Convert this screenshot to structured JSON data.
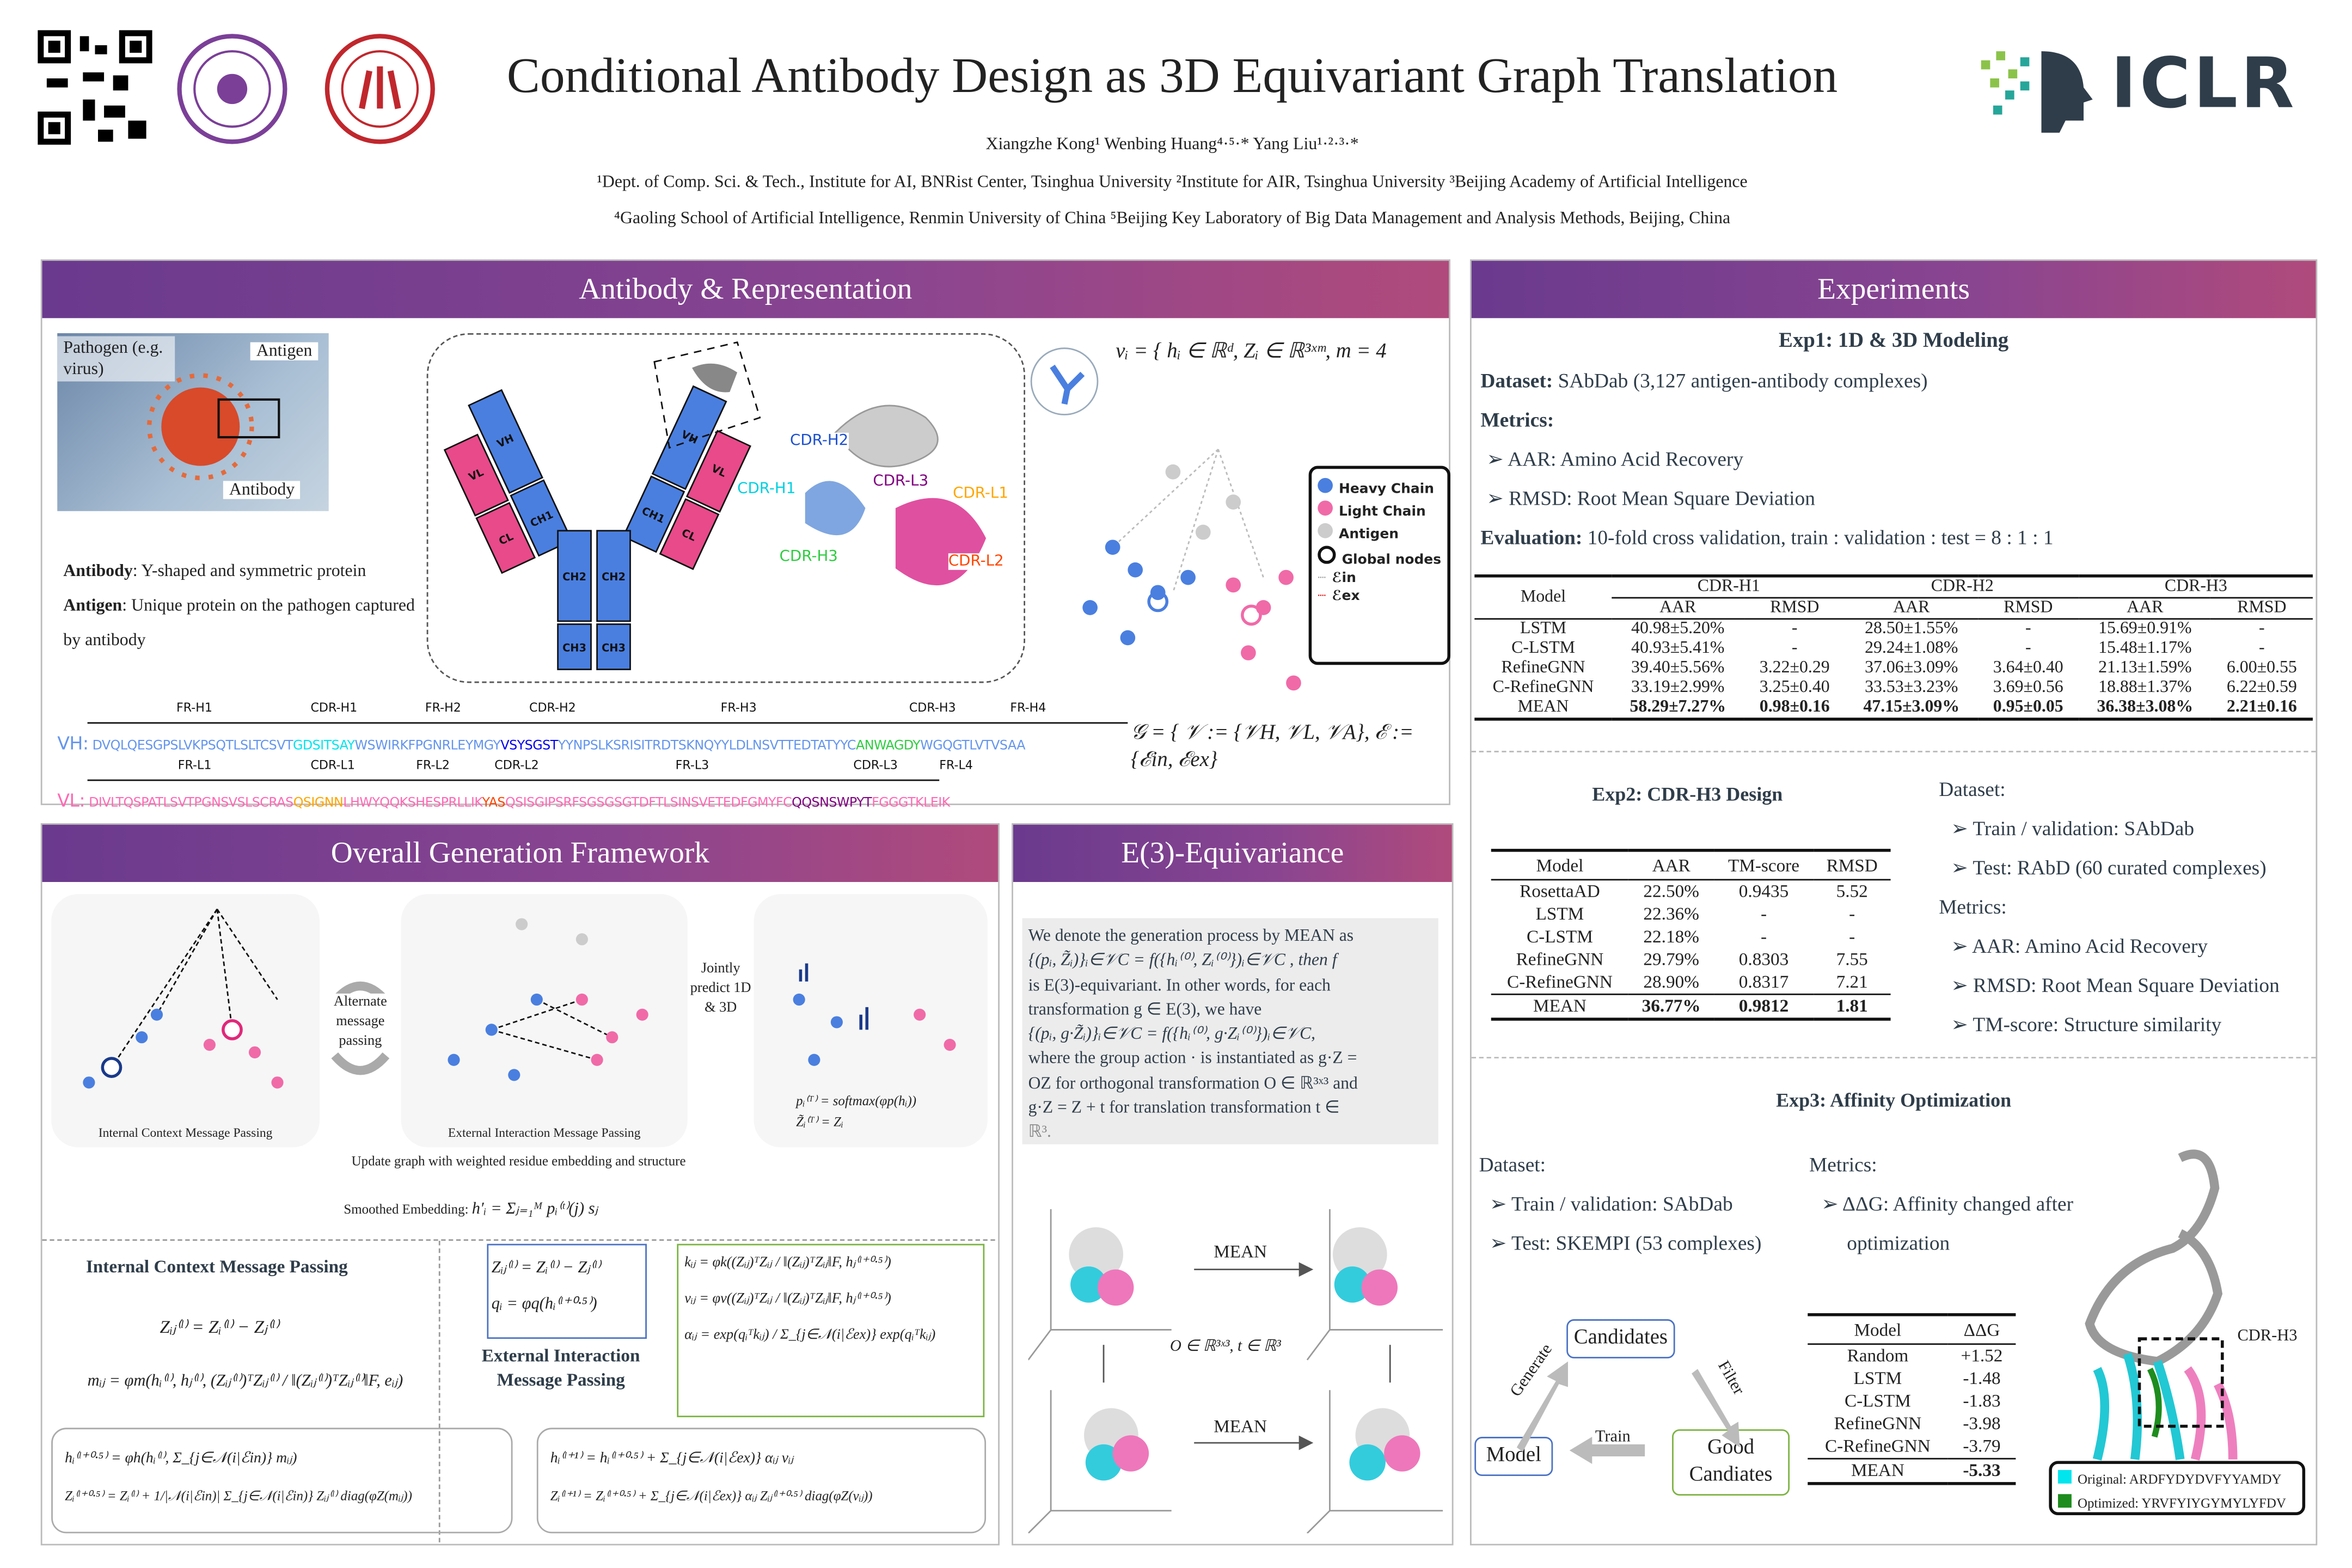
{
  "header": {
    "title": "Conditional Antibody Design as 3D Equivariant Graph Translation",
    "authors": "Xiangzhe Kong¹ Wenbing Huang⁴·⁵·* Yang Liu¹·²·³·*",
    "affil1": "¹Dept. of Comp. Sci. & Tech., Institute for AI, BNRist Center, Tsinghua University ²Institute for AIR, Tsinghua University ³Beijing Academy of Artificial Intelligence",
    "affil2": "⁴Gaoling School of Artificial Intelligence, Renmin University of China ⁵Beijing Key Laboratory of Big Data Management and Analysis Methods, Beijing, China",
    "logo": "ICLR"
  },
  "antibody": {
    "title": "Antibody & Representation",
    "fig_labels": {
      "pathogen": "Pathogen (e.g. virus)",
      "antigen": "Antigen",
      "antibody": "Antibody",
      "cdr_h2": "CDR-H2",
      "cdr_h1": "CDR-H1",
      "cdr_l3": "CDR-L3",
      "cdr_l1": "CDR-L1",
      "cdr_h3": "CDR-H3",
      "cdr_l2": "CDR-L2",
      "vh": "VH",
      "vl": "VL",
      "ch1": "CH1",
      "cl": "CL",
      "ch2": "CH2",
      "ch3": "CH3"
    },
    "desc": [
      {
        "k": "Antibody",
        "v": ": Y-shaped and symmetric protein"
      },
      {
        "k": "Antigen",
        "v": ": Unique protein on the pathogen captured by antibody"
      }
    ],
    "node_formula": "vᵢ = { hᵢ ∈ ℝᵈ,  Zᵢ ∈ ℝ³ˣᵐ,  m = 4",
    "graph_formula": "𝒢 = { 𝒱 := {𝒱H, 𝒱L, 𝒱A},  ℰ := {ℰin, ℰex}",
    "legend": [
      "Heavy Chain",
      "Light Chain",
      "Antigen",
      "Global nodes",
      "ℰin",
      "ℰex"
    ],
    "vh_regions": [
      "FR-H1",
      "CDR-H1",
      "FR-H2",
      "CDR-H2",
      "FR-H3",
      "CDR-H3",
      "FR-H4"
    ],
    "vh_label": "VH:",
    "vh_seq": [
      {
        "s": "DVQLQESGPSLVKPSQTLSLTCSVT",
        "c": "#6495ed"
      },
      {
        "s": "GDSITSAY",
        "c": "#00e5ee"
      },
      {
        "s": "WSWIRKFPGNRLEYMGY",
        "c": "#6495ed"
      },
      {
        "s": "VSYSGST",
        "c": "#0000ee"
      },
      {
        "s": "YYNPSLKSRISITRDTSKNQYYLDLNSVTTEDTATYYC",
        "c": "#6495ed"
      },
      {
        "s": "ANWAGDY",
        "c": "#2ecc40"
      },
      {
        "s": "WGQGTLVTVSAA",
        "c": "#6495ed"
      }
    ],
    "vl_regions": [
      "FR-L1",
      "CDR-L1",
      "FR-L2",
      "CDR-L2",
      "FR-L3",
      "CDR-L3",
      "FR-L4"
    ],
    "vl_label": "VL:",
    "vl_seq": [
      {
        "s": "DIVLTQSPATLSVTPGNSVSLSCRAS",
        "c": "#ff69b4"
      },
      {
        "s": "QSIGNN",
        "c": "#ffa500"
      },
      {
        "s": "LHWYQQKSHESPRLLIK",
        "c": "#ff69b4"
      },
      {
        "s": "YAS",
        "c": "#ff4500"
      },
      {
        "s": "QSISGIPSRFSGSGSGTDFTLSINSVETEDFGMYFC",
        "c": "#ff69b4"
      },
      {
        "s": "QQSNSWPYT",
        "c": "#800080"
      },
      {
        "s": "FGGGTKLEIK",
        "c": "#ff69b4"
      }
    ]
  },
  "framework": {
    "title": "Overall Generation Framework",
    "cap1": "Internal Context Message Passing",
    "cap2": "External Interaction Message Passing",
    "alt": "Alternate message passing",
    "joint": "Jointly predict 1D & 3D",
    "pred1": "pᵢ⁽ᵀ⁾ = softmax(φp(hᵢ))",
    "pred2": "Z̃ᵢ⁽ᵀ⁾ = Zᵢ",
    "update": "Update graph with weighted residue embedding and structure",
    "smooth_label": "Smoothed Embedding:",
    "smooth_eq": "h′ᵢ = Σⱼ₌₁ᴹ pᵢ⁽ᵗ⁾(j) sⱼ",
    "icmp_title": "Internal Context Message Passing",
    "icmp_eq1": "Zᵢⱼ⁽ˡ⁾ = Zᵢ⁽ˡ⁾ − Zⱼ⁽ˡ⁾",
    "icmp_eq2": "mᵢⱼ = φm(hᵢ⁽ˡ⁾, hⱼ⁽ˡ⁾, (Zᵢⱼ⁽ˡ⁾)ᵀZᵢⱼ⁽ˡ⁾ / ‖(Zᵢⱼ⁽ˡ⁾)ᵀZᵢⱼ⁽ˡ⁾‖F, eᵢⱼ)",
    "icmp_eq3": "hᵢ⁽ˡ⁺⁰·⁵⁾ = φh(hᵢ⁽ˡ⁾, Σ_{j∈𝒩(i|ℰin)} mᵢⱼ)",
    "icmp_eq4": "Zᵢ⁽ˡ⁺⁰·⁵⁾ = Zᵢ⁽ˡ⁾ + 1/|𝒩(i|ℰin)| Σ_{j∈𝒩(i|ℰin)} Zᵢⱼ⁽ˡ⁾ diag(φZ(mᵢⱼ))",
    "ext_eq1": "Zᵢⱼ⁽ˡ⁾ = Zᵢ⁽ˡ⁾ − Zⱼ⁽ˡ⁾",
    "ext_eq2": "qᵢ = φq(hᵢ⁽ˡ⁺⁰·⁵⁾)",
    "ext_title": "External Interaction Message Passing",
    "ext_eq3": "kᵢⱼ = φk((Zᵢⱼ)ᵀZᵢⱼ / ‖(Zᵢⱼ)ᵀZᵢⱼ‖F, hⱼ⁽ˡ⁺⁰·⁵⁾)",
    "ext_eq4": "vᵢⱼ = φv((Zᵢⱼ)ᵀZᵢⱼ / ‖(Zᵢⱼ)ᵀZᵢⱼ‖F, hⱼ⁽ˡ⁺⁰·⁵⁾)",
    "ext_eq5": "αᵢⱼ = exp(qᵢᵀkᵢⱼ) / Σ_{j∈𝒩(i|ℰex)} exp(qᵢᵀkᵢⱼ)",
    "ext_eq6": "hᵢ⁽ˡ⁺¹⁾ = hᵢ⁽ˡ⁺⁰·⁵⁾ + Σ_{j∈𝒩(i|ℰex)} αᵢⱼ vᵢⱼ",
    "ext_eq7": "Zᵢ⁽ˡ⁺¹⁾ = Zᵢ⁽ˡ⁺⁰·⁵⁾ + Σ_{j∈𝒩(i|ℰex)} αᵢⱼ Zᵢⱼ⁽ˡ⁺⁰·⁵⁾ diag(φZ(vᵢⱼ))"
  },
  "equivariance": {
    "title": "E(3)-Equivariance",
    "text": [
      "We denote the generation process by MEAN as",
      "{(pᵢ, Z̃ᵢ)}ᵢ∈𝒱C = f({hᵢ⁽⁰⁾, Zᵢ⁽⁰⁾})ᵢ∈𝒱C , then f",
      "is E(3)-equivariant. In other words, for each",
      "transformation g ∈ E(3), we have",
      "{(pᵢ, g·Z̃ᵢ)}ᵢ∈𝒱C = f({hᵢ⁽⁰⁾, g·Zᵢ⁽⁰⁾})ᵢ∈𝒱C,",
      "where the group action · is instantiated as g·Z =",
      "OZ for orthogonal transformation O ∈ ℝ³ˣ³ and",
      "g·Z = Z + t for translation transformation t ∈",
      "ℝ³."
    ],
    "mean1": "MEAN",
    "mean2": "MEAN",
    "transform": "O ∈ ℝ³ˣ³, t ∈ ℝ³"
  },
  "experiments": {
    "title": "Experiments",
    "exp1": {
      "title": "Exp1: 1D & 3D Modeling",
      "dataset_k": "Dataset:",
      "dataset_v": "SAbDab (3,127 antigen-antibody complexes)",
      "metrics_k": "Metrics:",
      "metrics": [
        "AAR: Amino Acid Recovery",
        "RMSD: Root Mean Square Deviation"
      ],
      "eval_k": "Evaluation:",
      "eval_v": "10-fold cross validation, train : validation : test = 8 : 1 : 1",
      "groups": [
        "CDR-H1",
        "CDR-H2",
        "CDR-H3"
      ],
      "model_h": "Model",
      "sub": [
        "AAR",
        "RMSD",
        "AAR",
        "RMSD",
        "AAR",
        "RMSD"
      ],
      "rows": [
        {
          "model": "LSTM",
          "v": [
            "40.98±5.20%",
            "-",
            "28.50±1.55%",
            "-",
            "15.69±0.91%",
            "-"
          ]
        },
        {
          "model": "C-LSTM",
          "v": [
            "40.93±5.41%",
            "-",
            "29.24±1.08%",
            "-",
            "15.48±1.17%",
            "-"
          ]
        },
        {
          "model": "RefineGNN",
          "v": [
            "39.40±5.56%",
            "3.22±0.29",
            "37.06±3.09%",
            "3.64±0.40",
            "21.13±1.59%",
            "6.00±0.55"
          ]
        },
        {
          "model": "C-RefineGNN",
          "v": [
            "33.19±2.99%",
            "3.25±0.40",
            "33.53±3.23%",
            "3.69±0.56",
            "18.88±1.37%",
            "6.22±0.59"
          ]
        },
        {
          "model": "MEAN",
          "v": [
            "58.29±7.27%",
            "0.98±0.16",
            "47.15±3.09%",
            "0.95±0.05",
            "36.38±3.08%",
            "2.21±0.16"
          ]
        }
      ]
    },
    "exp2": {
      "title": "Exp2: CDR-H3 Design",
      "head": [
        "Model",
        "AAR",
        "TM-score",
        "RMSD"
      ],
      "rows": [
        [
          "RosettaAD",
          "22.50%",
          "0.9435",
          "5.52"
        ],
        [
          "LSTM",
          "22.36%",
          "-",
          "-"
        ],
        [
          "C-LSTM",
          "22.18%",
          "-",
          "-"
        ],
        [
          "RefineGNN",
          "29.79%",
          "0.8303",
          "7.55"
        ],
        [
          "C-RefineGNN",
          "28.90%",
          "0.8317",
          "7.21"
        ],
        [
          "MEAN",
          "36.77%",
          "0.9812",
          "1.81"
        ]
      ],
      "dataset_k": "Dataset:",
      "dataset": [
        "Train / validation: SAbDab",
        "Test: RAbD (60 curated complexes)"
      ],
      "metrics_k": "Metrics:",
      "metrics": [
        "AAR: Amino Acid Recovery",
        "RMSD: Root Mean Square Deviation",
        "TM-score: Structure similarity"
      ]
    },
    "exp3": {
      "title": "Exp3: Affinity Optimization",
      "dataset_k": "Dataset:",
      "dataset": [
        "Train / validation: SAbDab",
        "Test: SKEMPI (53 complexes)"
      ],
      "metrics_k": "Metrics:",
      "metric_line1": "ΔΔG: Affinity changed after",
      "metric_line2": "optimization",
      "cycle": {
        "candidates": "Candidates",
        "model": "Model",
        "good1": "Good",
        "good2": "Candiates",
        "generate": "Generate",
        "filter": "Filter",
        "train": "Train"
      },
      "head": [
        "Model",
        "ΔΔG"
      ],
      "rows": [
        [
          "Random",
          "+1.52"
        ],
        [
          "LSTM",
          "-1.48"
        ],
        [
          "C-LSTM",
          "-1.83"
        ],
        [
          "RefineGNN",
          "-3.98"
        ],
        [
          "C-RefineGNN",
          "-3.79"
        ],
        [
          "MEAN",
          "-5.33"
        ]
      ],
      "cdr_label": "CDR-H3",
      "orig": "Original: ARDFYDYDVFYYAMDY",
      "opt": "Optimized: YRVFYIYGYMYLYFDV",
      "colors": {
        "original": "#00e5ee",
        "optimized": "#1e8c1e"
      }
    }
  },
  "colors": {
    "header_start": "#6a3a8e",
    "header_end": "#b04a7c",
    "text": "#2f3d4a"
  }
}
